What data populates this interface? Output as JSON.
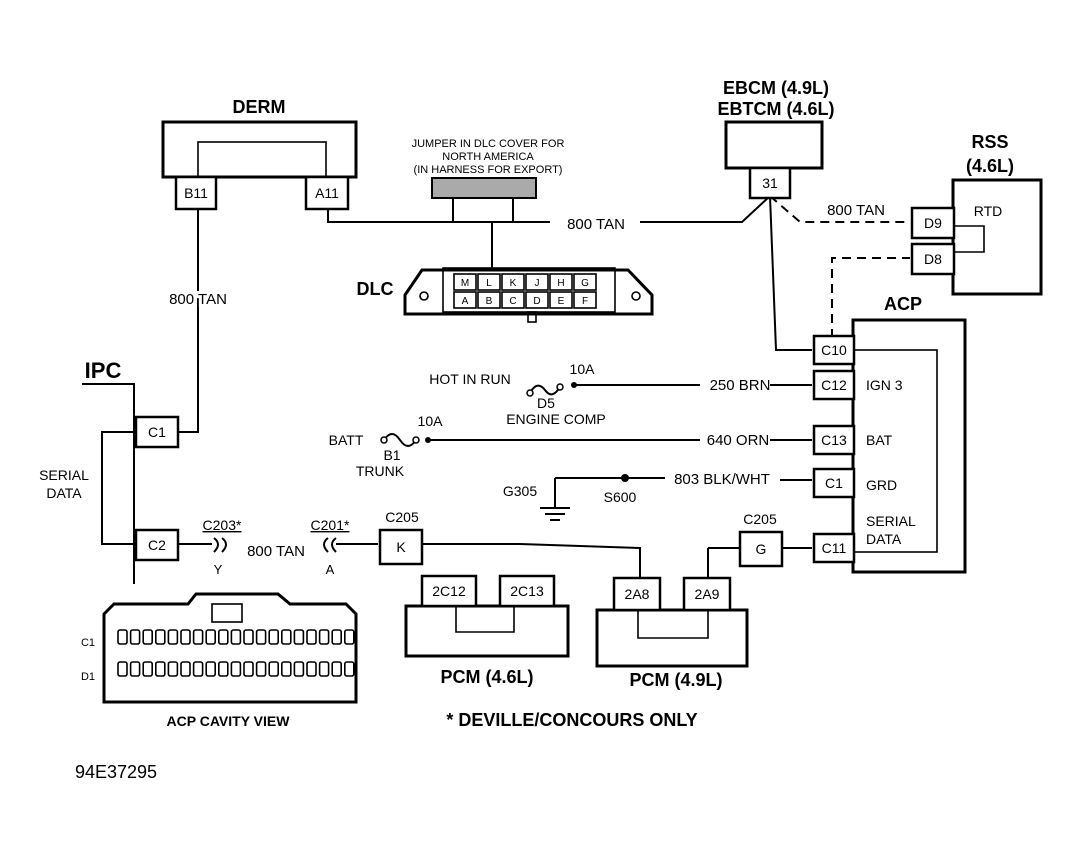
{
  "components": {
    "derm": "DERM",
    "ebcm": "EBCM (4.9L)",
    "ebtcm": "EBTCM (4.6L)",
    "rss": "RSS",
    "rss_engine": "(4.6L)",
    "rtd": "RTD",
    "acp": "ACP",
    "ipc": "IPC",
    "dlc": "DLC",
    "pcm_46": "PCM (4.6L)",
    "pcm_49": "PCM (4.9L)"
  },
  "jumper_note": [
    "JUMPER IN DLC COVER FOR",
    "NORTH  AMERICA",
    "(IN HARNESS FOR EXPORT)"
  ],
  "pins": {
    "derm_b11": "B11",
    "derm_a11": "A11",
    "ebcm_31": "31",
    "rss_d9": "D9",
    "rss_d8": "D8",
    "acp_c10": "C10",
    "acp_c12": "C12",
    "acp_c13": "C13",
    "acp_c1": "C1",
    "acp_c11": "C11",
    "ipc_c1": "C1",
    "ipc_c2": "C2",
    "conn_k": "K",
    "conn_g": "G",
    "pcm_2c12": "2C12",
    "pcm_2c13": "2C13",
    "pcm_2a8": "2A8",
    "pcm_2a9": "2A9"
  },
  "dlc_pins_top": [
    "M",
    "L",
    "K",
    "J",
    "H",
    "G"
  ],
  "dlc_pins_bottom": [
    "A",
    "B",
    "C",
    "D",
    "E",
    "F"
  ],
  "acp_functions": {
    "ign3": "IGN 3",
    "bat": "BAT",
    "grd": "GRD",
    "serial_1": "SERIAL",
    "serial_2": "DATA"
  },
  "wires": {
    "tan_top": "800 TAN",
    "tan_rss": "800 TAN",
    "tan_derm": "800 TAN",
    "tan_c203": "800 TAN",
    "brn": "250 BRN",
    "orn": "640 ORN",
    "blk": "803 BLK/WHT"
  },
  "fuses": {
    "hot_in_run": "HOT IN RUN",
    "d5_rating": "10A",
    "d5": "D5",
    "engine_comp": "ENGINE COMP",
    "batt": "BATT",
    "b1_rating": "10A",
    "b1": "B1",
    "trunk": "TRUNK"
  },
  "grounds": {
    "g305": "G305",
    "s600": "S600"
  },
  "connectors": {
    "c203": "C203*",
    "c203_pin": "Y",
    "c201": "C201*",
    "c201_pin": "A",
    "c205_left": "C205",
    "c205_right": "C205"
  },
  "ipc_serial": [
    "SERIAL",
    "DATA"
  ],
  "cavity": {
    "row_c1": "C1",
    "row_d1": "D1",
    "caption": "ACP CAVITY VIEW"
  },
  "footnote": "* DEVILLE/CONCOURS ONLY",
  "figure_id": "94E37295"
}
